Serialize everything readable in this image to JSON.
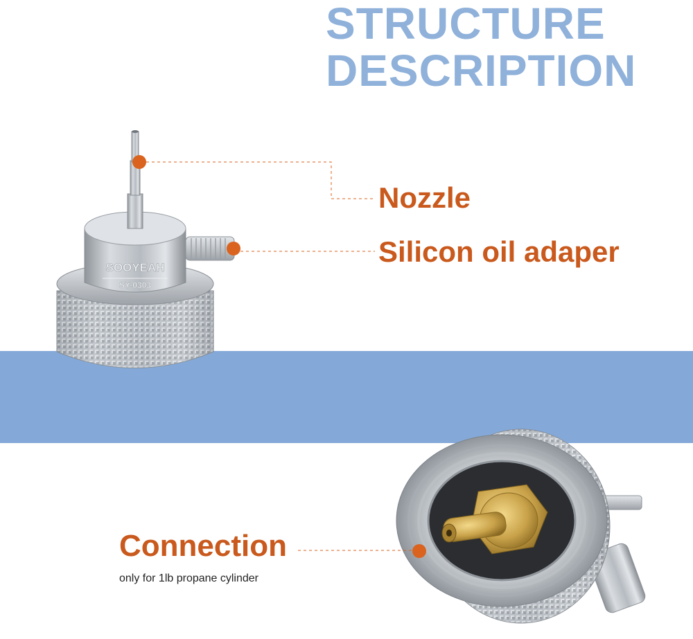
{
  "header": {
    "line1": "STRUCTURE",
    "line2": "DESCRIPTION"
  },
  "callouts": {
    "nozzle": "Nozzle",
    "silicon_oil_adapter": "Silicon oil adaper",
    "connection": "Connection",
    "connection_note": "only for 1lb propane cylinder"
  },
  "product": {
    "brand": "SOOYEAH",
    "model": "SY-0303"
  },
  "colors": {
    "title_blue": "#8fb1da",
    "band_blue": "#84a9d9",
    "callout_orange": "#c9591c",
    "metal_silver": "#c2c6cb",
    "brass": "#c9a24a"
  }
}
